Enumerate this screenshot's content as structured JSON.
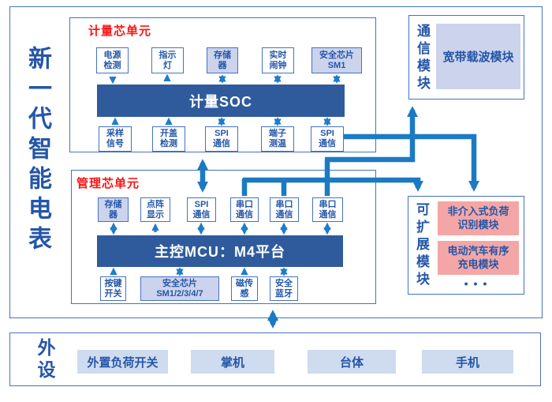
{
  "title": "新一代智能电表",
  "colors": {
    "accent_blue": "#4472c4",
    "dark_bar": "#2f5b9d",
    "arrow_blue": "#1b7ac4",
    "text_blue": "#2456a8",
    "lavender": "#ccd3ec",
    "pink": "#f4a6a6",
    "red_label": "#fb1414",
    "peripheral_fill": "#cfdbee"
  },
  "metering_unit": {
    "label": "计量芯单元",
    "soc": "计量SOC",
    "top_boxes": [
      {
        "label": "电源\n检测"
      },
      {
        "label": "指示\n灯"
      },
      {
        "label": "存储\n器"
      },
      {
        "label": "实时\n闹钟"
      },
      {
        "label": "安全芯片\nSM1"
      }
    ],
    "bottom_boxes": [
      {
        "label": "采样\n信号"
      },
      {
        "label": "开盖\n检测"
      },
      {
        "label": "SPI\n通信"
      },
      {
        "label": "端子\n测温"
      },
      {
        "label": "SPI\n通信"
      }
    ]
  },
  "management_unit": {
    "label": "管理芯单元",
    "mcu": "主控MCU：M4平台",
    "top_boxes": [
      {
        "label": "存储\n器"
      },
      {
        "label": "点阵\n显示"
      },
      {
        "label": "SPI\n通信"
      },
      {
        "label": "串口\n通信"
      },
      {
        "label": "串口\n通信"
      },
      {
        "label": "串口\n通信"
      }
    ],
    "bottom_boxes": [
      {
        "label": "按键\n开关"
      },
      {
        "label": "安全芯片\nSM1/2/3/4/7"
      },
      {
        "label": "磁传\n感"
      },
      {
        "label": "安全\n蓝牙"
      }
    ]
  },
  "comm_module": {
    "label": "通信模块",
    "module": "宽带载波模块"
  },
  "expand_module": {
    "label": "可扩展模块",
    "modules": [
      {
        "label": "非介入式负荷\n识别模块"
      },
      {
        "label": "电动汽车有序\n充电模块"
      }
    ],
    "more": "•••"
  },
  "peripherals": {
    "label": "外设",
    "items": [
      {
        "label": "外置负荷开关"
      },
      {
        "label": "掌机"
      },
      {
        "label": "台体"
      },
      {
        "label": "手机"
      }
    ]
  }
}
